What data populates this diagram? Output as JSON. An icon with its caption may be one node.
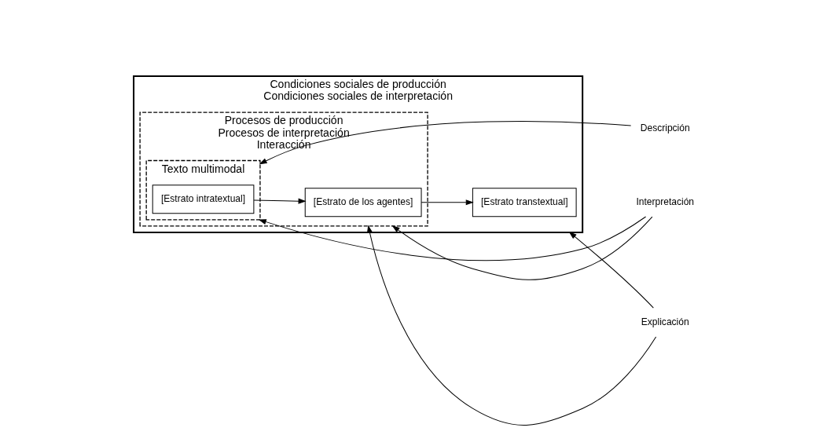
{
  "diagram": {
    "nodes": [
      {
        "text": [
          "Condiciones sociales de producción",
          "Condiciones sociales de interpretación"
        ]
      },
      {
        "text": [
          "Procesos de producción",
          "Procesos de interpretación",
          "Interacción"
        ],
        "in": 0
      },
      {
        "text": [
          "Texto multimodal"
        ],
        "in": 1
      },
      {
        "text": [
          "[Estrato intratextual]"
        ],
        "in": 2
      },
      {
        "text": [
          "[Estrato de los agentes]"
        ],
        "in": 1
      },
      {
        "text": [
          "[Estrato transtextual]"
        ],
        "in": 0
      },
      {
        "text": [
          "Descripción"
        ]
      },
      {
        "text": [
          "Interpretación"
        ]
      },
      {
        "text": [
          "Explicación"
        ]
      }
    ],
    "edges": [
      {
        "from": 3,
        "to": 4,
        "arrow": "to"
      },
      {
        "from": 4,
        "to": 5,
        "arrow": "to"
      },
      {
        "from": 6,
        "to": 2,
        "arrow": "to"
      },
      {
        "from": 7,
        "to": 2,
        "arrow": "to"
      },
      {
        "from": 7,
        "to": 1,
        "arrow": "to"
      },
      {
        "from": 8,
        "to": 1,
        "arrow": "to"
      },
      {
        "from": 8,
        "to": 0,
        "arrow": "to"
      }
    ]
  }
}
